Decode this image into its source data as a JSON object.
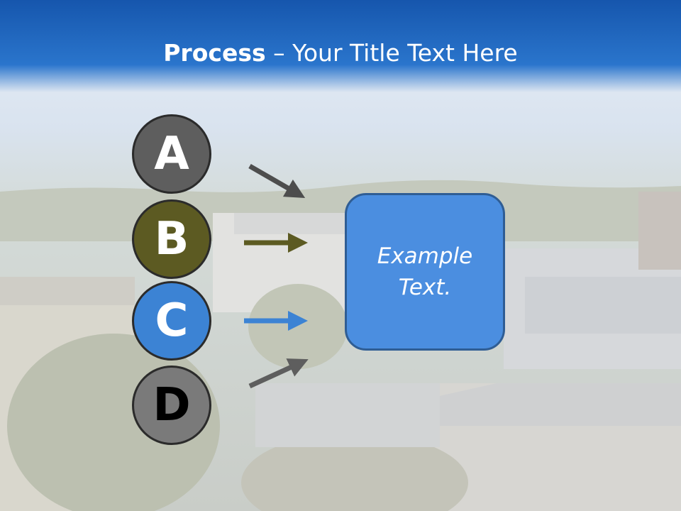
{
  "slide": {
    "title_bold": "Process",
    "title_rest": " – Your Title Text Here",
    "steps": [
      {
        "letter": "A"
      },
      {
        "letter": "B"
      },
      {
        "letter": "C"
      },
      {
        "letter": "D"
      }
    ],
    "box_text": "Example Text."
  },
  "colors": {
    "header": "#1656ad",
    "circle_a": "#5e5e5e",
    "circle_b": "#5c5a22",
    "circle_c": "#3c83d4",
    "circle_d": "#7a7a7a",
    "arrow_a": "#4d4d4d",
    "arrow_b": "#5c5a22",
    "arrow_c": "#3c83d4",
    "arrow_d": "#5e5e5e",
    "box": "#4b8ee0"
  }
}
